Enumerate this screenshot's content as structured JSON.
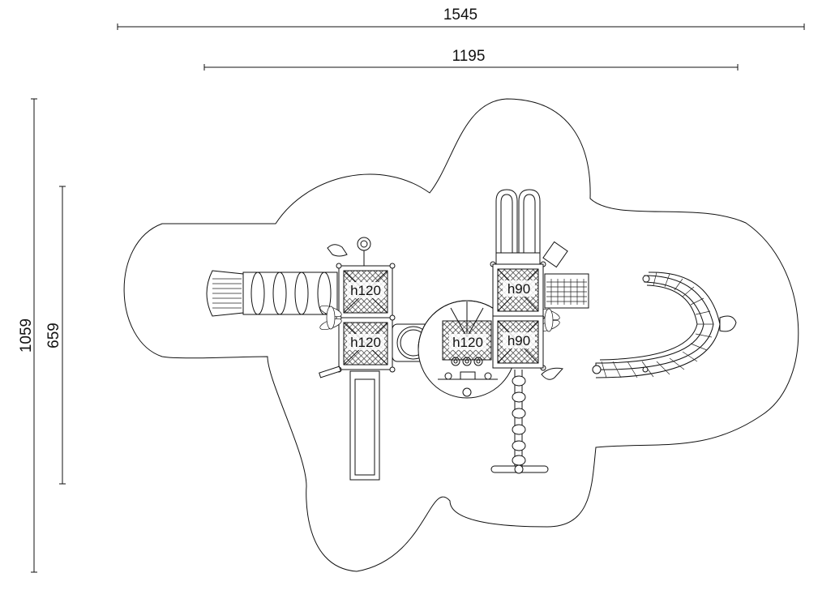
{
  "dimensions": {
    "overall_width": "1545",
    "structure_width": "1195",
    "overall_depth": "1059",
    "structure_depth": "659"
  },
  "platforms": [
    {
      "id": "p1",
      "label": "h120"
    },
    {
      "id": "p2",
      "label": "h120"
    },
    {
      "id": "p3",
      "label": "h120"
    },
    {
      "id": "p4",
      "label": "h90"
    },
    {
      "id": "p5",
      "label": "h90"
    }
  ],
  "colors": {
    "line": "#111111",
    "background": "#ffffff",
    "hatch": "#333333"
  }
}
